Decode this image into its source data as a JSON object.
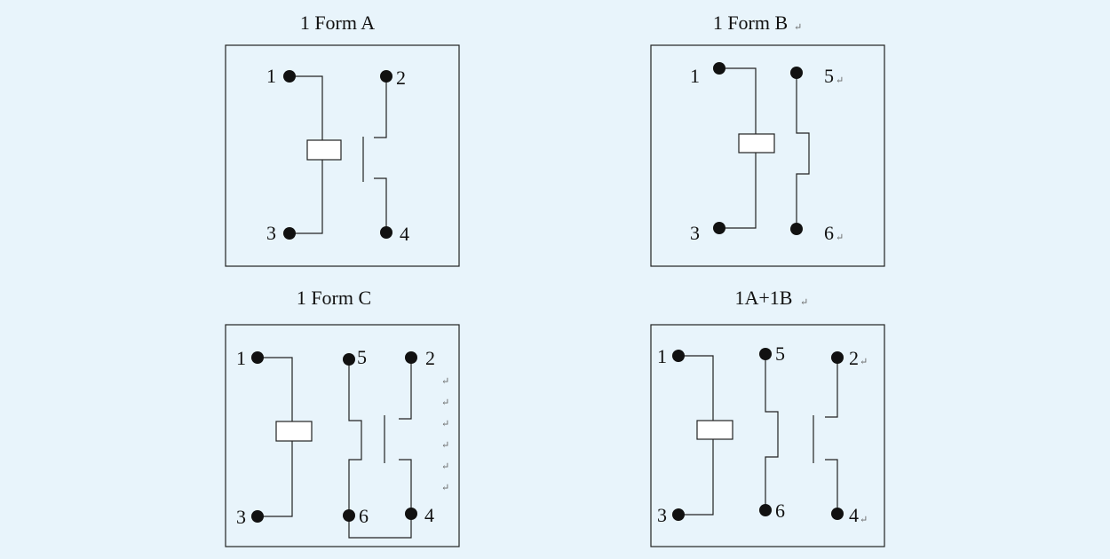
{
  "colors": {
    "background": "#e8f4fb",
    "ink": "#111111",
    "terminal": "#111111"
  },
  "diagrams": [
    {
      "title": "1 Form A",
      "pins": [
        "1",
        "2",
        "3",
        "4"
      ]
    },
    {
      "title": "1 Form B",
      "pins": [
        "1",
        "5",
        "3",
        "6"
      ]
    },
    {
      "title": "1 Form C",
      "pins": [
        "1",
        "5",
        "2",
        "3",
        "6",
        "4"
      ]
    },
    {
      "title": "1A+1B",
      "pins": [
        "1",
        "5",
        "2",
        "3",
        "6",
        "4"
      ]
    }
  ],
  "marks": {
    "return": "↵"
  }
}
